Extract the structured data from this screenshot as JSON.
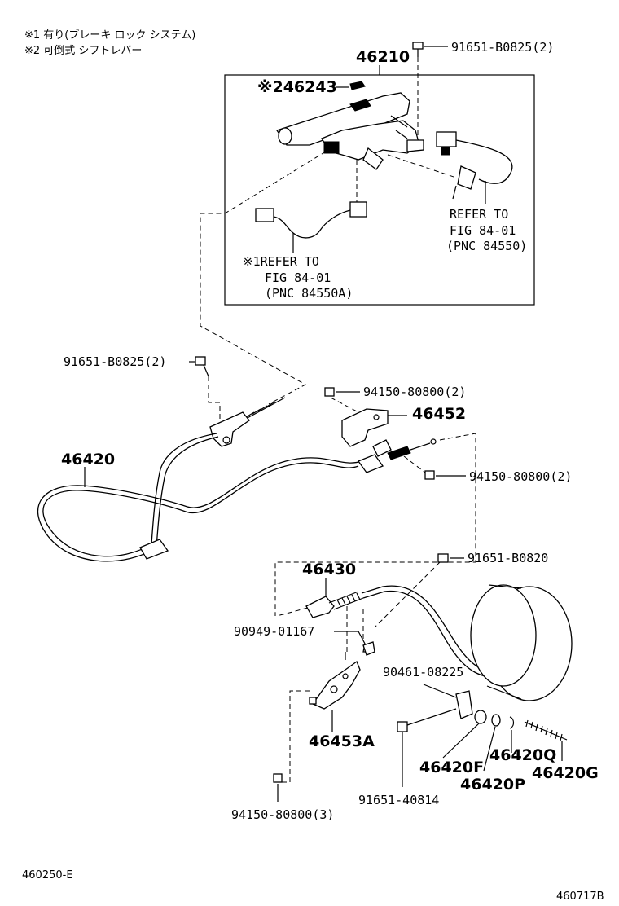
{
  "notes": [
    "※1 有り(ブレーキ ロック システム)",
    "※2 可倒式 シフトレバー"
  ],
  "labels": {
    "p46210": "46210",
    "p46243": "※246243",
    "bolt_top": "91651-B0825(2)",
    "refer1_line1": "REFER TO",
    "refer1_line2": "FIG 84-01",
    "refer1_line3": "(PNC 84550)",
    "refer2_line1": "※1REFER TO",
    "refer2_line2": "FIG 84-01",
    "refer2_line3": "(PNC 84550A)",
    "bolt_left": "91651-B0825(2)",
    "nut_94150_a": "94150-80800(2)",
    "p46452": "46452",
    "p46420": "46420",
    "nut_94150_b": "94150-80800(2)",
    "bolt_91651_b0820": "91651-B0820",
    "p46430": "46430",
    "clip_90949": "90949-01167",
    "p90461": "90461-08225",
    "p46453a": "46453A",
    "p46420f": "46420F",
    "p46420q": "46420Q",
    "p46420p": "46420P",
    "p46420g": "46420G",
    "bolt_91651_40814": "91651-40814",
    "nut_94150_c": "94150-80800(3)"
  },
  "footer": {
    "left_code": "460250-E",
    "right_code": "460717B"
  }
}
